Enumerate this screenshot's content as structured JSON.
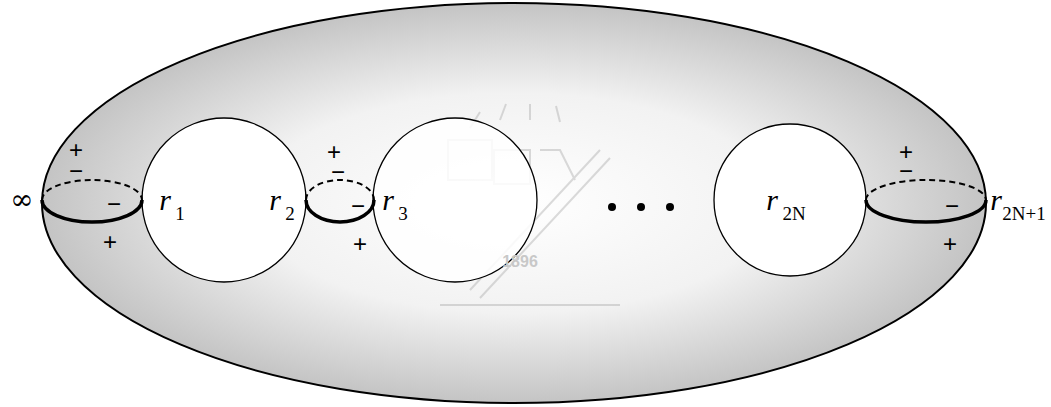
{
  "diagram": {
    "labels": [
      "∞",
      "r",
      "1",
      "r",
      "2",
      "r",
      "3",
      "r",
      "2N",
      "r",
      "2N+1",
      "+",
      "−",
      "−",
      "+",
      "+",
      "−",
      "−",
      "+",
      "+",
      "−",
      "−",
      "+",
      "1896"
    ]
  }
}
